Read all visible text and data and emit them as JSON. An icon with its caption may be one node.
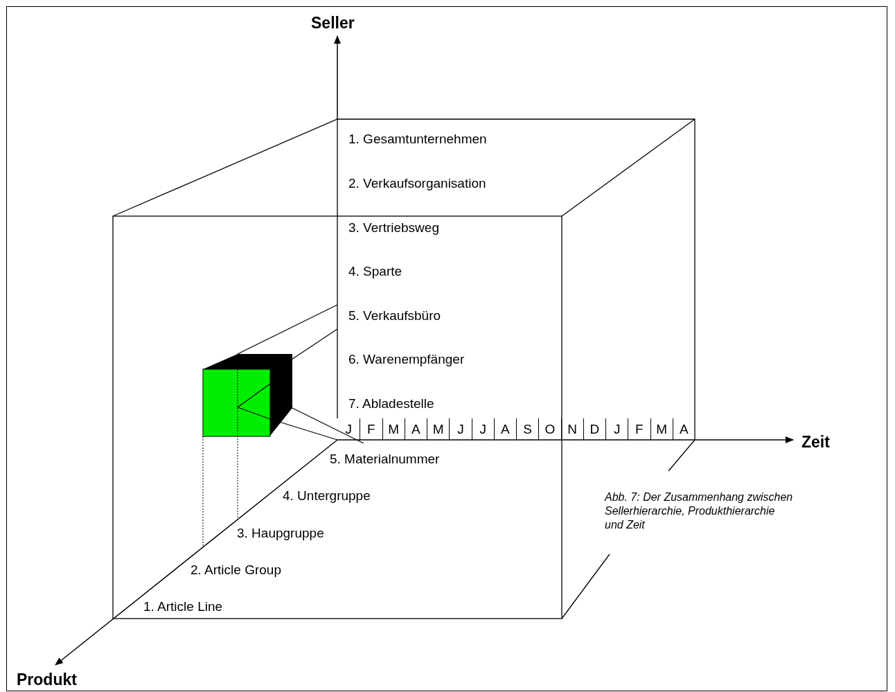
{
  "diagram": {
    "caption": "Abb. 7: Der Zusammenhang zwischen Sellerhierarchie, Produkthierarchie und Zeit",
    "labels": [
      "Seller",
      "1. Gesamtunternehmen",
      "2. Verkaufsorganisation",
      "3. Vertriebsweg",
      "4. Sparte",
      "5. Verkaufsbüro",
      "6. Warenempfänger",
      "7. Abladestelle",
      "J",
      "F",
      "M",
      "A",
      "M",
      "J",
      "J",
      "A",
      "S",
      "O",
      "N",
      "D",
      "J",
      "F",
      "M",
      "A",
      "Zeit",
      "5. Materialnummer",
      "4. Untergruppe",
      "3. Haupgruppe",
      "2. Article Group",
      "1. Article Line",
      "Produkt"
    ]
  }
}
